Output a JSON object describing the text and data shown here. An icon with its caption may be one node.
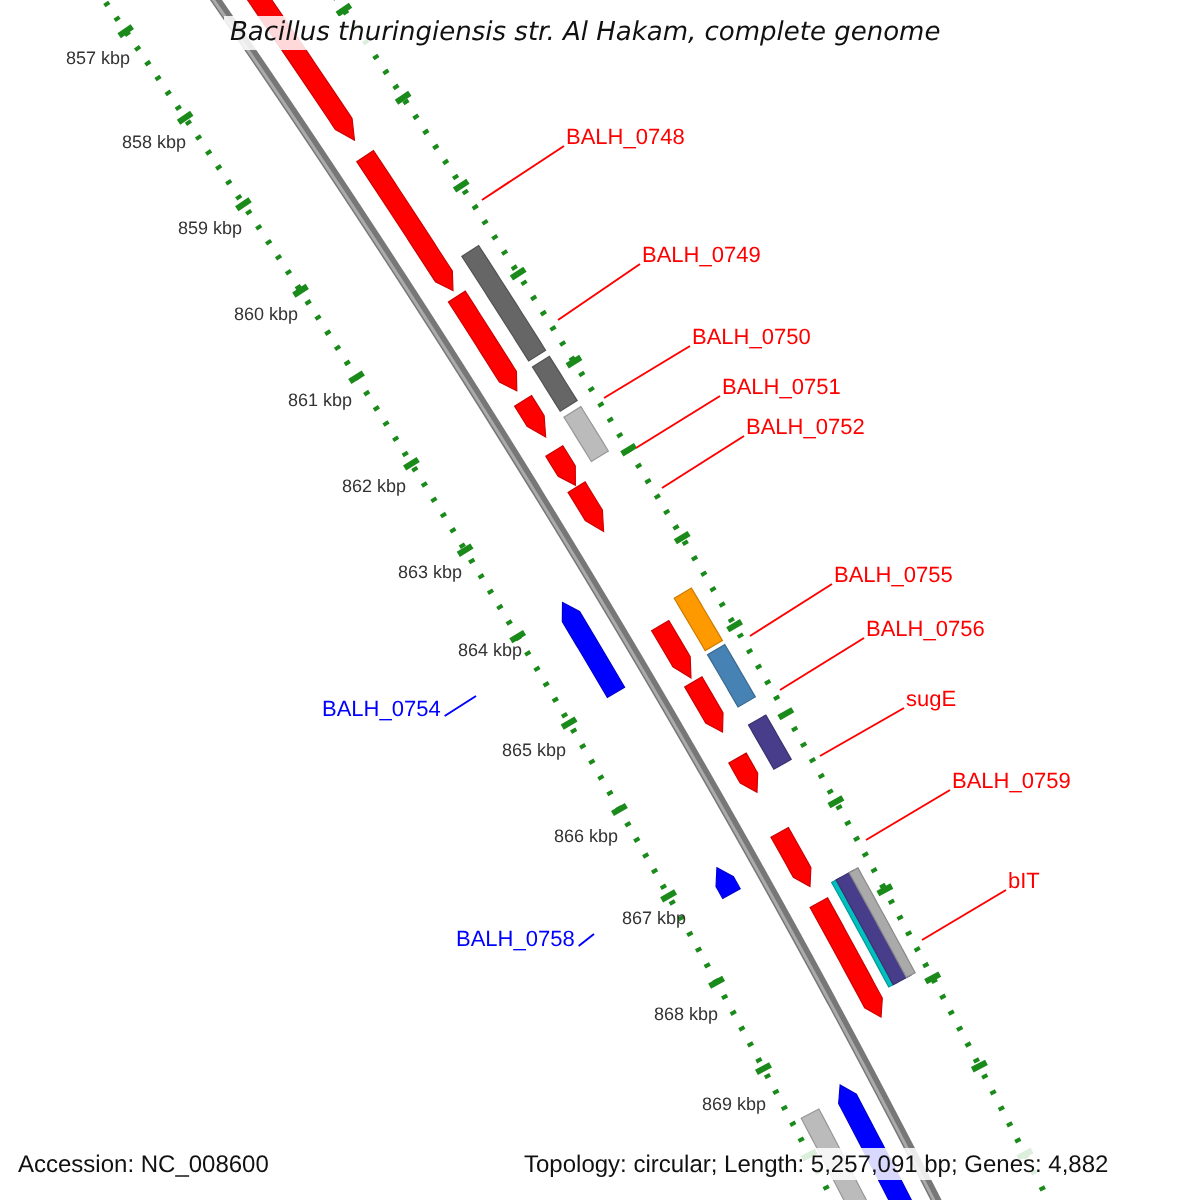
{
  "diagram": {
    "title": "Bacillus thuringiensis str. Al Hakam, complete genome",
    "nodes": [
      {
        "text": [
          "BALH_0748"
        ]
      },
      {
        "text": [
          "BALH_0749"
        ]
      },
      {
        "text": [
          "BALH_0750"
        ]
      },
      {
        "text": [
          "BALH_0751"
        ]
      },
      {
        "text": [
          "BALH_0752"
        ]
      },
      {
        "text": [
          "BALH_0755"
        ]
      },
      {
        "text": [
          "BALH_0756"
        ]
      },
      {
        "text": [
          "sugE"
        ]
      },
      {
        "text": [
          "BALH_0754"
        ]
      },
      {
        "text": [
          "BALH_0759"
        ]
      },
      {
        "text": [
          "bIT"
        ]
      },
      {
        "text": [
          "BALH_0758"
        ]
      }
    ],
    "edges": [
      {
        "from": 0,
        "to": null,
        "arrow": "none"
      },
      {
        "from": 1,
        "to": null,
        "arrow": "none"
      },
      {
        "from": 2,
        "to": null,
        "arrow": "none"
      },
      {
        "from": 3,
        "to": null,
        "arrow": "none"
      },
      {
        "from": 4,
        "to": null,
        "arrow": "none"
      },
      {
        "from": 5,
        "to": null,
        "arrow": "none"
      },
      {
        "from": 6,
        "to": null,
        "arrow": "none"
      },
      {
        "from": 7,
        "to": null,
        "arrow": "none"
      },
      {
        "from": 8,
        "to": null,
        "arrow": "none",
        "color": "#0000ff"
      },
      {
        "from": 9,
        "to": null,
        "arrow": "none"
      },
      {
        "from": 10,
        "to": null,
        "arrow": "none"
      },
      {
        "from": 11,
        "to": null,
        "arrow": "none",
        "color": "#0000ff"
      }
    ],
    "labels": [
      "857 kbp",
      "858 kbp",
      "859 kbp",
      "860 kbp",
      "861 kbp",
      "862 kbp",
      "863 kbp",
      "864 kbp",
      "865 kbp",
      "866 kbp",
      "867 kbp",
      "868 kbp",
      "869 kbp",
      "Accession: NC_008600",
      "Topology: circular; Length: 5,257,091 bp; Genes: 4,882"
    ]
  }
}
